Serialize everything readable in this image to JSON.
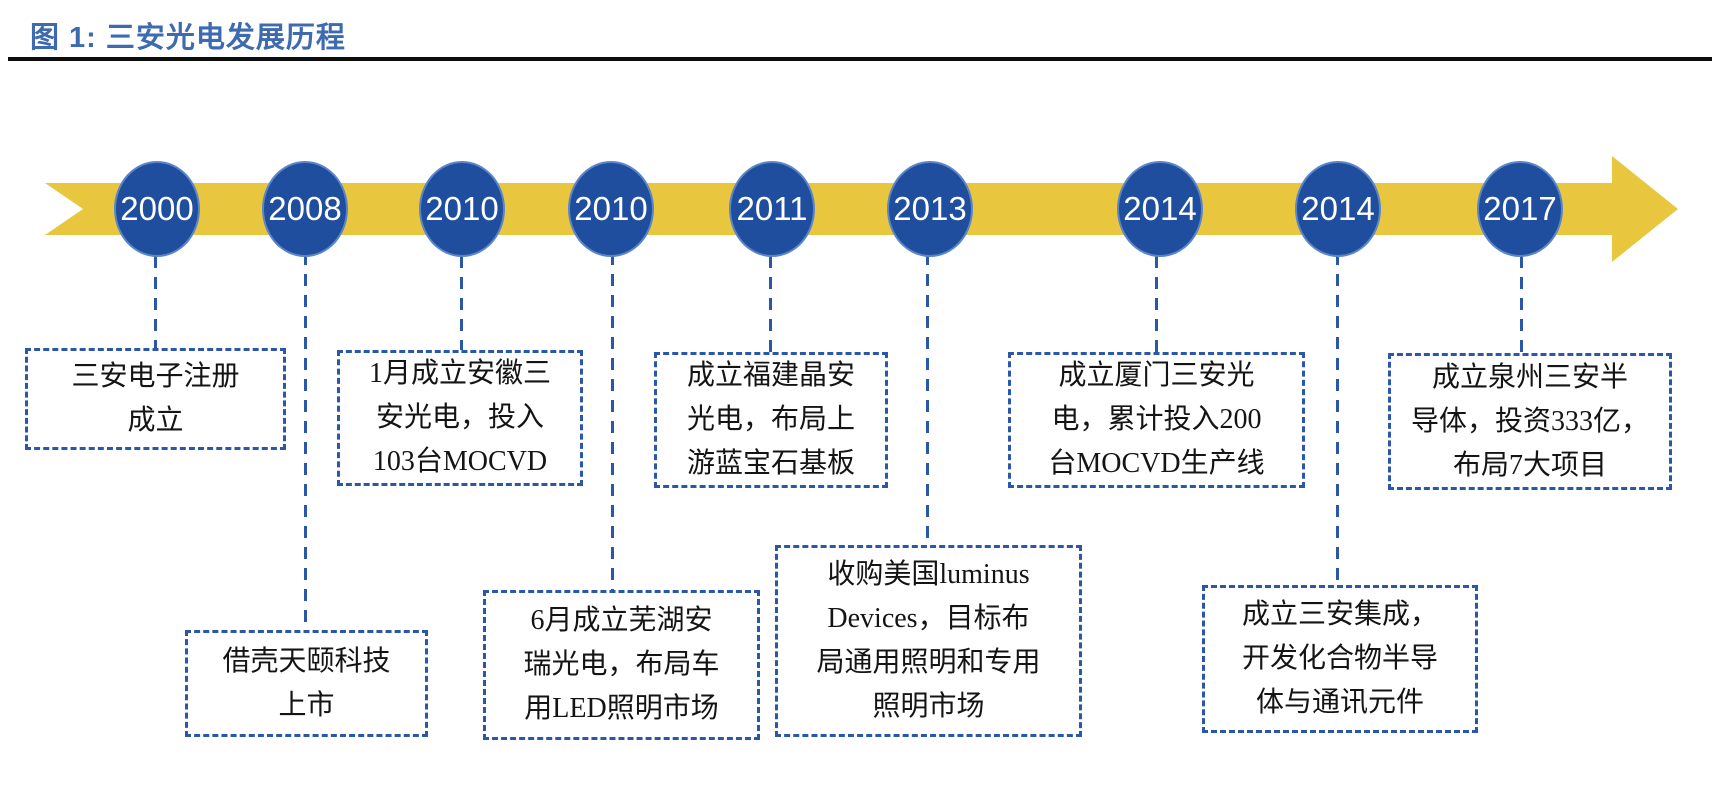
{
  "figure": {
    "full_title": "图 1: 三安光电发展历程"
  },
  "colors": {
    "title_blue": "#3E6AB0",
    "circle_blue": "#1F4E9E",
    "dashed_line_blue": "#2B57A8",
    "arrow_yellow": "#E8C63E",
    "text_black": "#141414"
  },
  "timeline": {
    "events": [
      {
        "year": "2000",
        "text": "三安电子注册\n成立"
      },
      {
        "year": "2008",
        "text": "借壳天颐科技\n上市"
      },
      {
        "year": "2010",
        "text": "1月成立安徽三\n安光电，投入\n103台MOCVD"
      },
      {
        "year": "2010",
        "text": "6月成立芜湖安\n瑞光电，布局车\n用LED照明市场"
      },
      {
        "year": "2011",
        "text": "成立福建晶安\n光电，布局上\n游蓝宝石基板"
      },
      {
        "year": "2013",
        "text": "收购美国luminus\nDevices，目标布\n局通用照明和专用\n照明市场"
      },
      {
        "year": "2014",
        "text": "成立厦门三安光\n电，累计投入200\n台MOCVD生产线"
      },
      {
        "year": "2014",
        "text": "成立三安集成，\n开发化合物半导\n体与通讯元件"
      },
      {
        "year": "2017",
        "text": "成立泉州三安半\n导体，投资333亿，\n布局7大项目"
      }
    ]
  }
}
